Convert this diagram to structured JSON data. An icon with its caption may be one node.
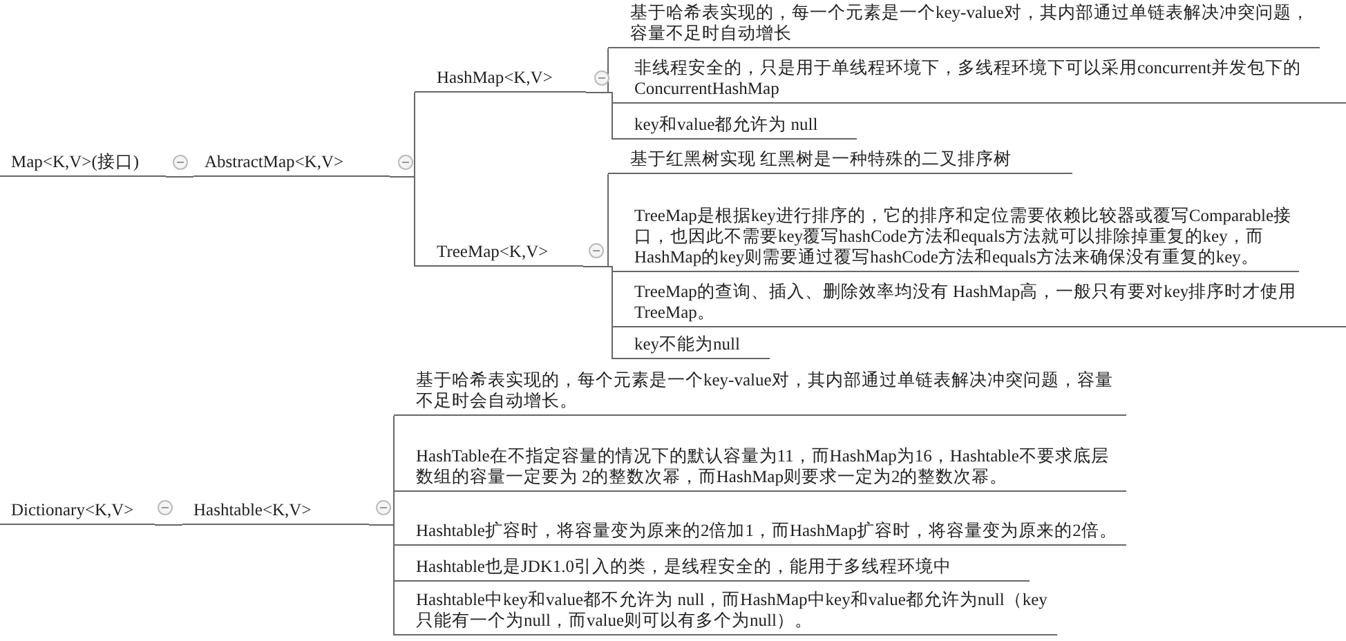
{
  "diagram": {
    "nodes": [
      {
        "text": [
          "Map<K,V>(接口)"
        ]
      },
      {
        "text": [
          "AbstractMap<K,V>"
        ]
      },
      {
        "text": [
          "HashMap<K,V>"
        ]
      },
      {
        "text": [
          "基于哈希表实现的，每一个元素是一个key-value对，其内部通过单链表解决冲突问题，容量不足时自动增长"
        ]
      },
      {
        "text": [
          "非线程安全的，只是用于单线程环境下，多线程环境下可以采用concurrent并发包下的ConcurrentHashMap"
        ]
      },
      {
        "text": [
          "key和value都允许为 null"
        ]
      },
      {
        "text": [
          "TreeMap<K,V>"
        ]
      },
      {
        "text": [
          "基于红黑树实现 红黑树是一种特殊的二叉排序树"
        ]
      },
      {
        "text": [
          "TreeMap是根据key进行排序的，它的排序和定位需要依赖比较器或覆写Comparable接口，也因此不需要key覆写hashCode方法和equals方法就可以排除掉重复的key，而HashMap的key则需要通过覆写hashCode方法和equals方法来确保没有重复的key。"
        ]
      },
      {
        "text": [
          "TreeMap的查询、插入、删除效率均没有 HashMap高，一般只有要对key排序时才使用TreeMap。"
        ]
      },
      {
        "text": [
          "key不能为null"
        ]
      },
      {
        "text": [
          "Dictionary<K,V>"
        ]
      },
      {
        "text": [
          "Hashtable<K,V>"
        ]
      },
      {
        "text": [
          "基于哈希表实现的，每个元素是一个key-value对，其内部通过单链表解决冲突问题，容量不足时会自动增长。"
        ]
      },
      {
        "text": [
          "HashTable在不指定容量的情况下的默认容量为11，而HashMap为16，Hashtable不要求底层数组的容量一定要为 2的整数次幂，而HashMap则要求一定为2的整数次幂。"
        ]
      },
      {
        "text": [
          "Hashtable扩容时，将容量变为原来的2倍加1，而HashMap扩容时，将容量变为原来的2倍。"
        ]
      },
      {
        "text": [
          "Hashtable也是JDK1.0引入的类，是线程安全的，能用于多线程环境中"
        ]
      },
      {
        "text": [
          "Hashtable中key和value都不允许为 null，而HashMap中key和value都允许为null（key只能有一个为null，而value则可以有多个为null）。"
        ]
      }
    ],
    "edges": [
      {
        "from": 0,
        "to": 1,
        "arrow": "none"
      },
      {
        "from": 1,
        "to": 2,
        "arrow": "none"
      },
      {
        "from": 1,
        "to": 6,
        "arrow": "none"
      },
      {
        "from": 2,
        "to": 3,
        "arrow": "none"
      },
      {
        "from": 2,
        "to": 4,
        "arrow": "none"
      },
      {
        "from": 2,
        "to": 5,
        "arrow": "none"
      },
      {
        "from": 6,
        "to": 7,
        "arrow": "none"
      },
      {
        "from": 6,
        "to": 8,
        "arrow": "none"
      },
      {
        "from": 6,
        "to": 9,
        "arrow": "none"
      },
      {
        "from": 6,
        "to": 10,
        "arrow": "none"
      },
      {
        "from": 11,
        "to": 12,
        "arrow": "none"
      },
      {
        "from": 12,
        "to": 13,
        "arrow": "none"
      },
      {
        "from": 12,
        "to": 14,
        "arrow": "none"
      },
      {
        "from": 12,
        "to": 15,
        "arrow": "none"
      },
      {
        "from": 12,
        "to": 16,
        "arrow": "none"
      },
      {
        "from": 12,
        "to": 17,
        "arrow": "none"
      }
    ]
  }
}
